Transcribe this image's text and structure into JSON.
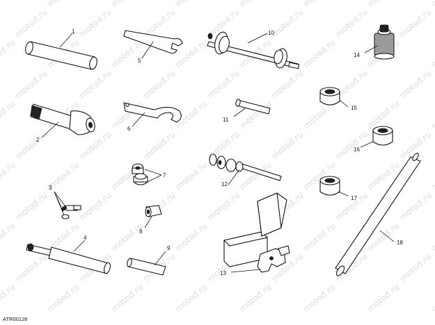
{
  "watermark_text": "motod.ru",
  "diagram_code": "ATR00128",
  "callouts": [
    {
      "id": "1",
      "text": "1"
    },
    {
      "id": "2",
      "text": "2"
    },
    {
      "id": "3",
      "text": "3"
    },
    {
      "id": "4",
      "text": "4"
    },
    {
      "id": "5",
      "text": "5"
    },
    {
      "id": "6",
      "text": "6"
    },
    {
      "id": "7",
      "text": "7"
    },
    {
      "id": "8",
      "text": "8"
    },
    {
      "id": "9",
      "text": "9"
    },
    {
      "id": "10",
      "text": "10"
    },
    {
      "id": "11",
      "text": "11"
    },
    {
      "id": "12",
      "text": "12"
    },
    {
      "id": "13",
      "text": "13"
    },
    {
      "id": "14",
      "text": "14"
    },
    {
      "id": "15",
      "text": "15"
    },
    {
      "id": "16",
      "text": "16"
    },
    {
      "id": "17",
      "text": "17"
    },
    {
      "id": "18",
      "text": "18"
    }
  ]
}
